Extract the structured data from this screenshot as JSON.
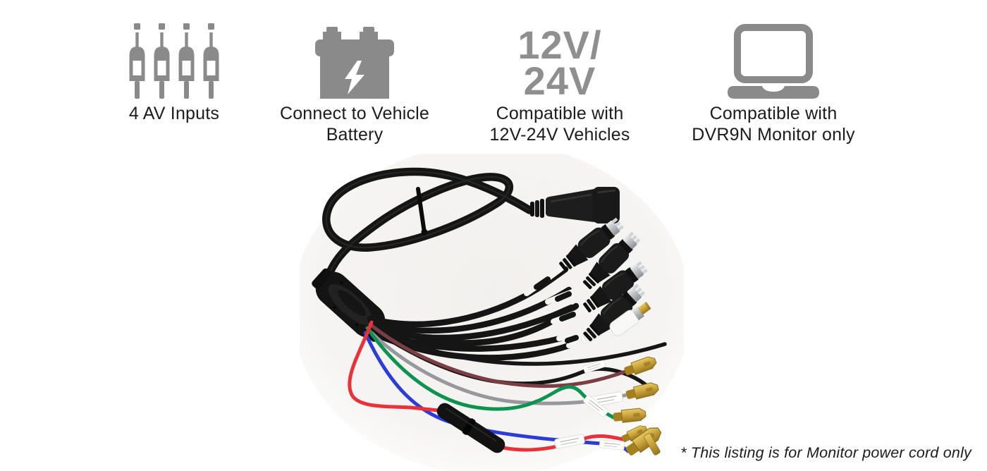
{
  "features": [
    {
      "icon": "av-plugs-icon",
      "line1": "4 AV Inputs",
      "line2": ""
    },
    {
      "icon": "car-battery-icon",
      "line1": "Connect to Vehicle",
      "line2": "Battery"
    },
    {
      "icon": "voltage-text",
      "big1": "12V/",
      "big2": "24V",
      "line1": "Compatible with",
      "line2": "12V-24V Vehicles"
    },
    {
      "icon": "laptop-icon",
      "line1": "Compatible with",
      "line2": "DVR9N Monitor only"
    }
  ],
  "footnote": "* This listing is for Monitor power cord only",
  "colors": {
    "icon_gray": "#8a8a8a",
    "voltage_gray": "#8f8f8f",
    "text_black": "#1c1c1c",
    "cable_black": "#151515",
    "wire_red": "#e83138",
    "wire_blue": "#2b3cd8",
    "wire_green": "#0d9350",
    "wire_gray": "#98979e",
    "wire_maroon": "#7b3e45",
    "terminal_gold": "#c9a13b",
    "connector_silver": "#b9bcc0",
    "photo_bg": "#f2f1ee"
  },
  "photo": {
    "subject": "DVR9N monitor power cord harness",
    "visible_parts": [
      "coiled-black-cable",
      "cable-tie",
      "round-power-connector",
      "molded-junction",
      "camera-connectors-x4",
      "white-rca-connector",
      "inline-fuse-holder",
      "gold-spade-terminals",
      "red-wire",
      "blue-wire",
      "green-wire",
      "gray-wire",
      "maroon-wire",
      "black-trigger-wires",
      "white-heat-shrink-labels"
    ]
  }
}
